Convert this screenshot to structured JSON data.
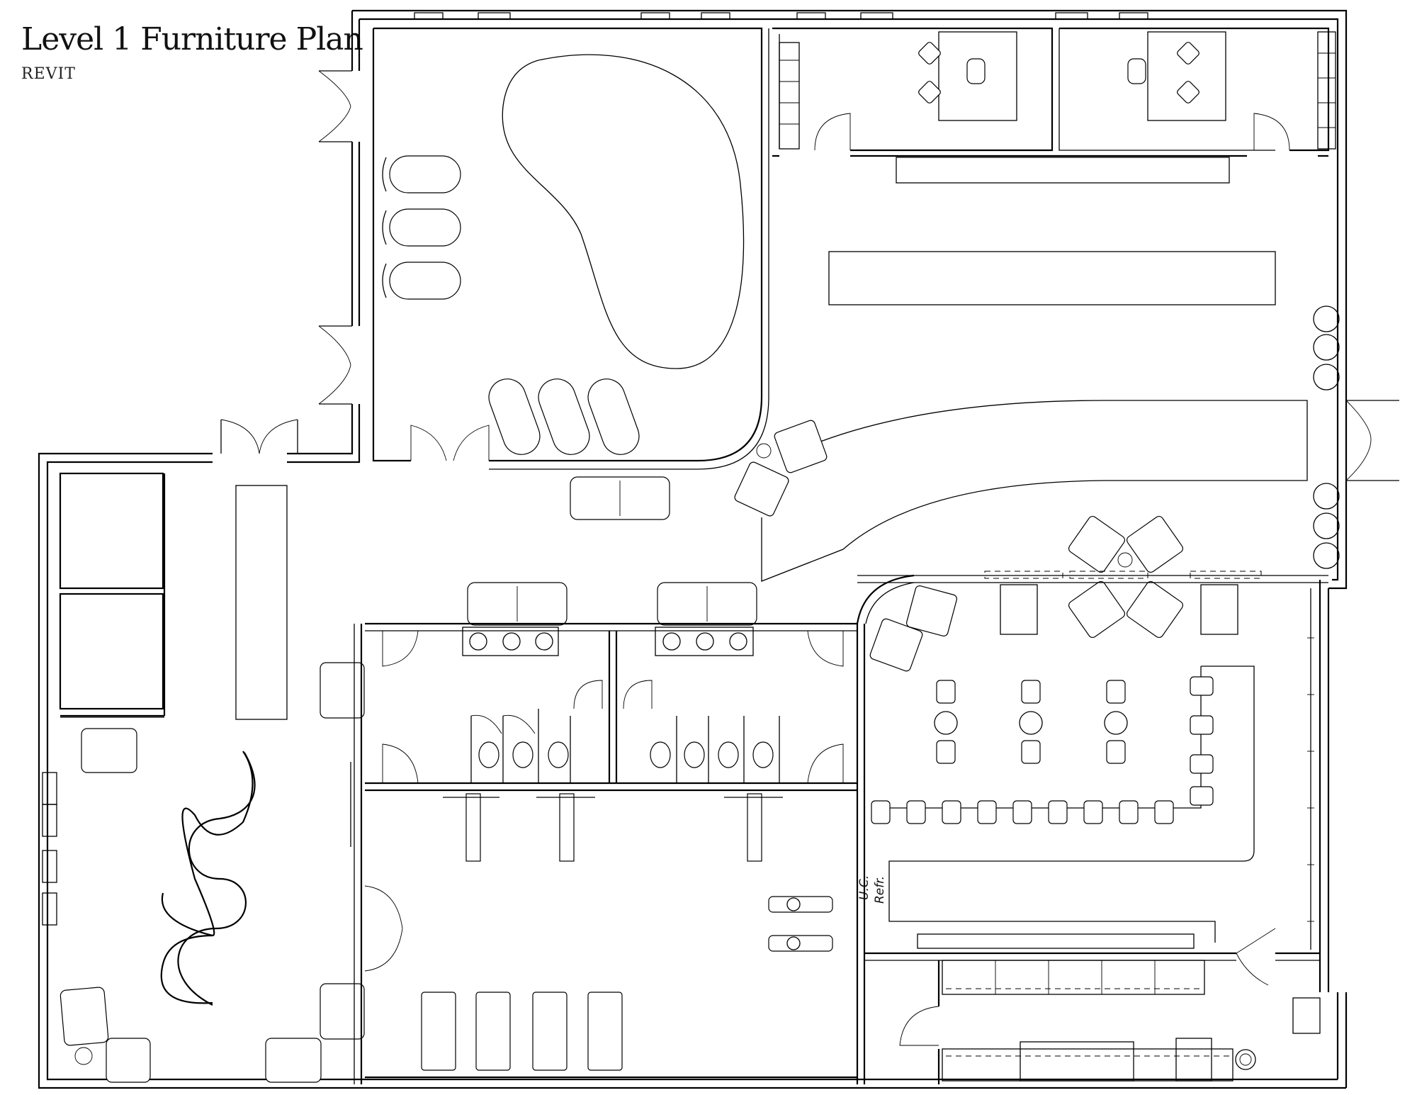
{
  "title": "Level 1 Furniture Plan",
  "subtitle": "REVIT",
  "labels": {
    "uc": "U.C.",
    "refr": "Refr."
  },
  "colors": {
    "line": "#000000",
    "background": "#ffffff"
  }
}
